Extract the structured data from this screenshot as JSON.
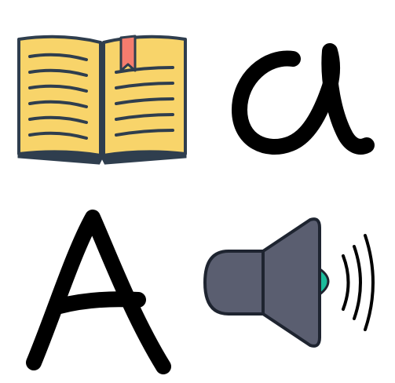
{
  "tiles": [
    {
      "id": "book",
      "icon": "open-book-icon",
      "label": ""
    },
    {
      "id": "alpha",
      "icon": "alpha-letter-icon",
      "label": ""
    },
    {
      "id": "capital-a",
      "icon": "capital-a-letter-icon",
      "label": ""
    },
    {
      "id": "speaker",
      "icon": "speaker-sound-icon",
      "label": ""
    }
  ],
  "colors": {
    "book_pages": "#F8D46A",
    "book_outline": "#2F3E4E",
    "book_spine": "#2F3E4E",
    "bookmark": "#F47C6E",
    "stroke": "#000000",
    "speaker_body": "#5A5E70",
    "speaker_accent": "#1ABC9C",
    "speaker_outline": "#1E2430"
  }
}
